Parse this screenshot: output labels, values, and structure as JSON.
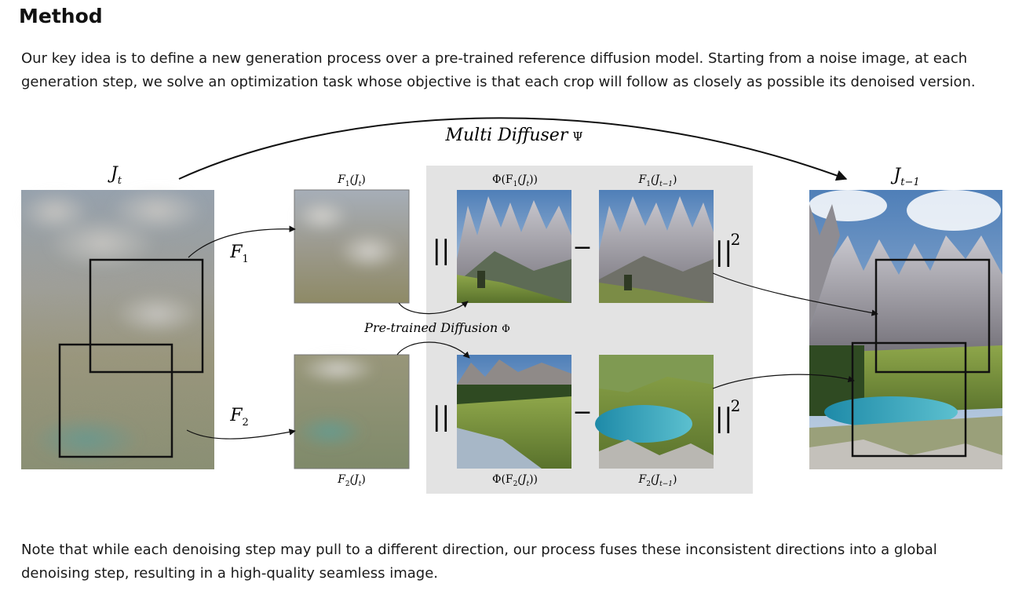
{
  "section": {
    "heading": "Method"
  },
  "intro": "Our key idea is to define a new generation process over a pre-trained reference diffusion model. Starting from a noise image, at each generation step, we solve an optimization task whose objective is that each crop will follow as closely as possible its denoised version.",
  "figure": {
    "multi_diffuser": {
      "text": "Multi Diffuser",
      "sym": "Ψ"
    },
    "pretrained": {
      "text": "Pre-trained Diffusion",
      "sym": "Φ"
    },
    "jt": {
      "main": "J",
      "sub": "t"
    },
    "jt1": {
      "main": "J",
      "sub": "t−1"
    },
    "f1": {
      "main": "F",
      "sub": "1"
    },
    "f2": {
      "main": "F",
      "sub": "2"
    },
    "f1_jt": {
      "a": "F",
      "as": "1",
      "b": "(J",
      "bs": "t",
      "c": ")"
    },
    "f2_jt": {
      "a": "F",
      "as": "2",
      "b": "(J",
      "bs": "t",
      "c": ")"
    },
    "phi_f1": {
      "a": "Φ(F",
      "as": "1",
      "b": "(J",
      "bs": "t",
      "c": "))"
    },
    "phi_f2": {
      "a": "Φ(F",
      "as": "2",
      "b": "(J",
      "bs": "t",
      "c": "))"
    },
    "f1_jt1": {
      "a": "F",
      "as": "1",
      "b": "(J",
      "bs": "t−1",
      "c": ")"
    },
    "f2_jt1": {
      "a": "F",
      "as": "2",
      "b": "(J",
      "bs": "t−1",
      "c": ")"
    },
    "norm_open": "||",
    "minus": "−",
    "norm_close": "||",
    "norm_exp": "2"
  },
  "conclusion": "Note that while each denoising step may pull to a different direction, our process fuses these inconsistent directions into a global denoising step, resulting in a high-quality seamless image."
}
